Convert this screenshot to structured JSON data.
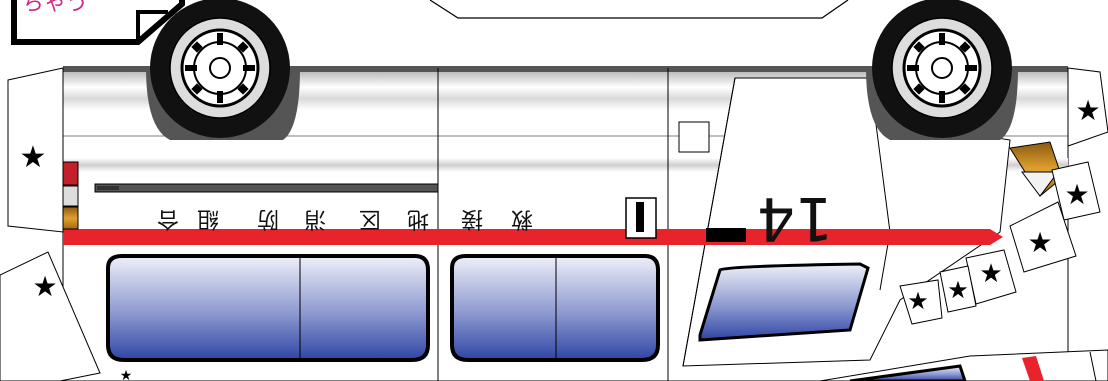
{
  "vehicle": {
    "corner_tag": "ちゃう",
    "unit_number": "14",
    "side_text_chars": [
      "合",
      "組",
      "防",
      "消",
      "区",
      "地",
      "接",
      "救"
    ],
    "star_glyph": "★"
  },
  "colors": {
    "stripe_red": "#e8232b",
    "window_top": "#e4e8f4",
    "window_bottom": "#2f45a5",
    "tire": "#111111",
    "fender_gray": "#555555",
    "outline": "#000000",
    "amber_light": "#c88a1a",
    "tag_pink": "#cc2a8a"
  }
}
